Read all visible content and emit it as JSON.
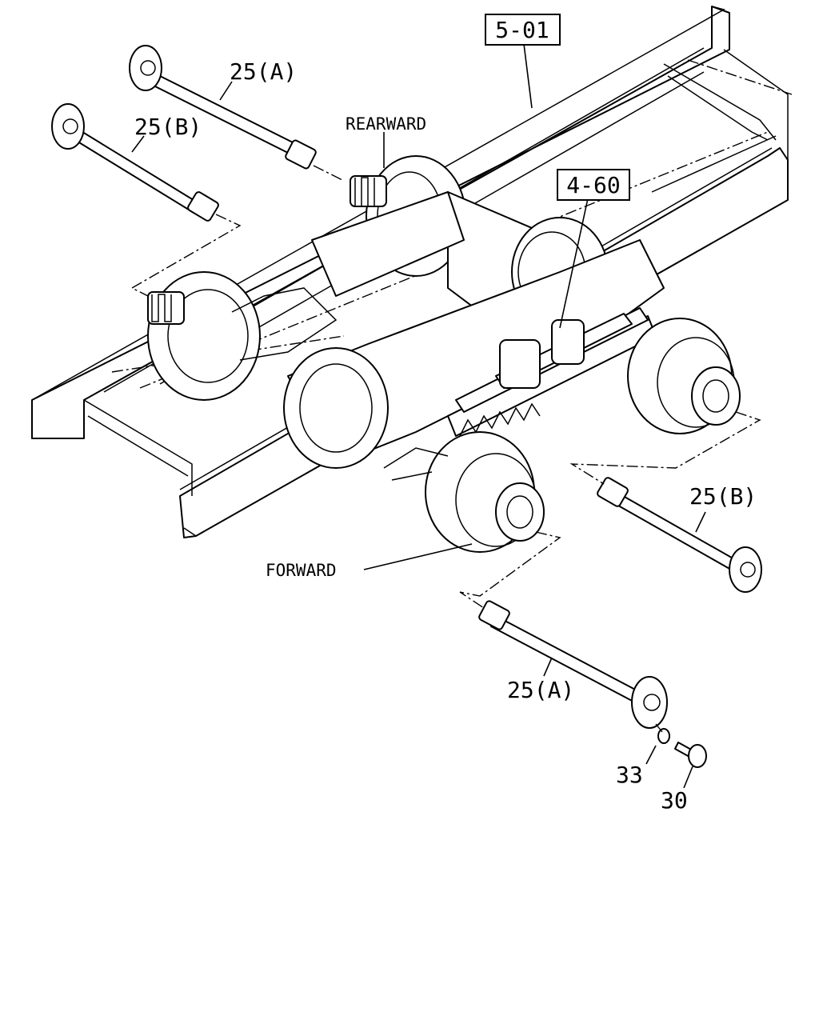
{
  "references": {
    "frame": "5-01",
    "spring": "4-60"
  },
  "labels": {
    "rearward": "REARWARD",
    "forward": "FORWARD"
  },
  "callouts": {
    "shaft_a_top": "25(A)",
    "shaft_b_top": "25(B)",
    "shaft_b_right": "25(B)",
    "shaft_a_bottom": "25(A)",
    "washer": "33",
    "bolt": "30"
  }
}
